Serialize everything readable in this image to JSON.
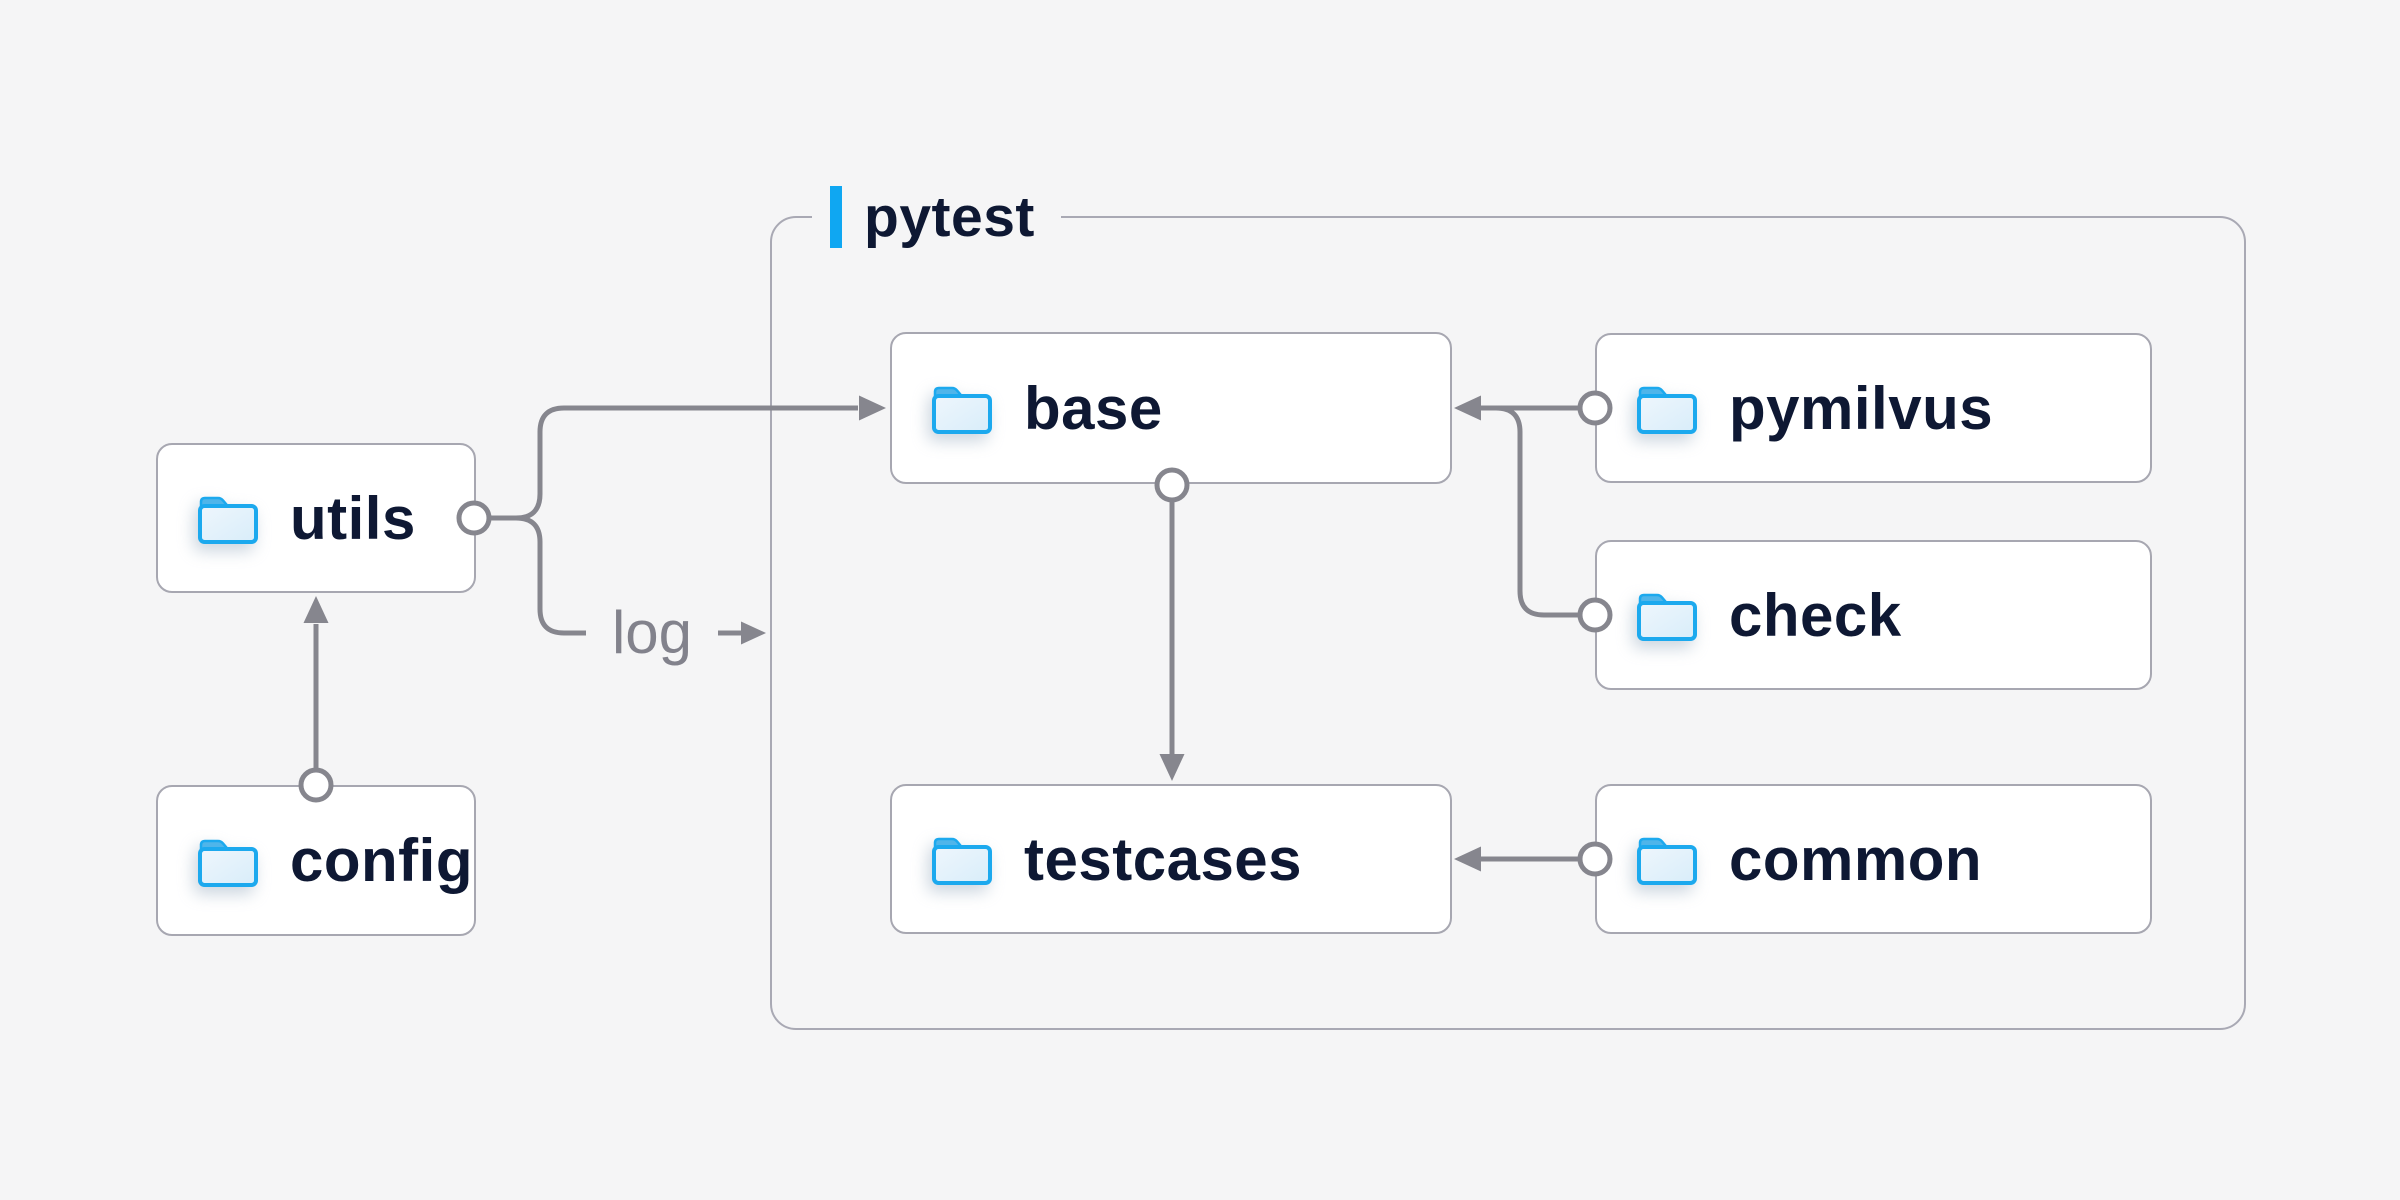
{
  "diagram": {
    "container": {
      "label": "pytest",
      "accent_color": "#0fa7f2",
      "border_color": "#a9a9b4"
    },
    "nodes": [
      {
        "id": "utils",
        "label": "utils",
        "icon": "folder-icon",
        "inside_container": false
      },
      {
        "id": "config",
        "label": "config",
        "icon": "folder-icon",
        "inside_container": false
      },
      {
        "id": "base",
        "label": "base",
        "icon": "folder-icon",
        "inside_container": true
      },
      {
        "id": "pymilvus",
        "label": "pymilvus",
        "icon": "folder-icon",
        "inside_container": true
      },
      {
        "id": "check",
        "label": "check",
        "icon": "folder-icon",
        "inside_container": true
      },
      {
        "id": "testcases",
        "label": "testcases",
        "icon": "folder-icon",
        "inside_container": true
      },
      {
        "id": "common",
        "label": "common",
        "icon": "folder-icon",
        "inside_container": true
      }
    ],
    "edges": [
      {
        "from": "config",
        "to": "utils",
        "marker": "circle-to-arrow"
      },
      {
        "from": "utils",
        "to": "base",
        "marker": "circle-to-arrow"
      },
      {
        "from": "utils",
        "to": "pytest",
        "marker": "circle-to-arrow",
        "label": "log"
      },
      {
        "from": "base",
        "to": "testcases",
        "marker": "circle-to-arrow"
      },
      {
        "from": "pymilvus",
        "to": "base",
        "marker": "circle-to-arrow"
      },
      {
        "from": "check",
        "to": "base",
        "marker": "circle-merges-into-pymilvus-edge"
      },
      {
        "from": "common",
        "to": "testcases",
        "marker": "circle-to-arrow"
      }
    ],
    "colors": {
      "background": "#f5f5f6",
      "node_fill": "#ffffff",
      "node_border": "#a7a7b1",
      "node_text": "#0e1833",
      "container_border": "#a9a9b4",
      "edge": "#86868e",
      "edge_label_text": "#82828c",
      "accent_bar": "#0fa7f2",
      "folder_blue": "#1ca9ee"
    }
  }
}
